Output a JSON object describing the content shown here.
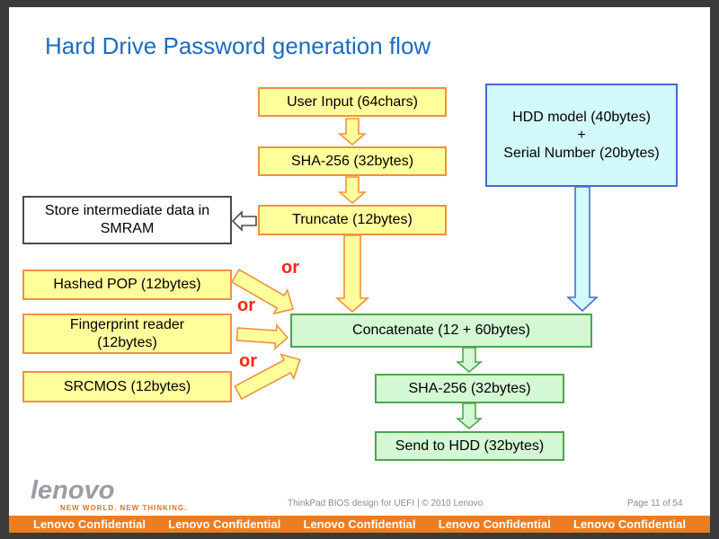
{
  "slide": {
    "title": "Hard Drive Password generation flow",
    "flow": {
      "user_input": "User Input (64chars)",
      "sha256_top": "SHA-256 (32bytes)",
      "truncate": "Truncate (12bytes)",
      "smram_line1": "Store intermediate data in",
      "smram_line2": "SMRAM",
      "hashed_pop": "Hashed POP (12bytes)",
      "fingerprint_line1": "Fingerprint reader",
      "fingerprint_line2": "(12bytes)",
      "srcmos": "SRCMOS (12bytes)",
      "hdd_line1": "HDD model (40bytes)",
      "hdd_line2": "+",
      "hdd_line3": "Serial Number (20bytes)",
      "concatenate": "Concatenate (12 + 60bytes)",
      "sha256_bottom": "SHA-256 (32bytes)",
      "send_to_hdd": "Send to HDD (32bytes)",
      "or_label": "or"
    },
    "colors": {
      "title_blue": "#1C6BC0",
      "yellow_fill": "#FFFF9C",
      "yellow_border": "#F0913A",
      "green_fill": "#D4F7D4",
      "green_border": "#4CA64C",
      "cyan_fill": "#D2FAFA",
      "cyan_border": "#4A69D2",
      "or_red": "#FF2616",
      "lenovo_orange": "#ED7D23"
    },
    "footer": {
      "logo": "lenovo",
      "tagline": "NEW WORLD. NEW THINKING.",
      "doc_info": "ThinkPad BIOS design for UEFI | © 2010 Lenovo",
      "page": "Page 11 of 54",
      "confidential": "Lenovo Confidential"
    }
  }
}
